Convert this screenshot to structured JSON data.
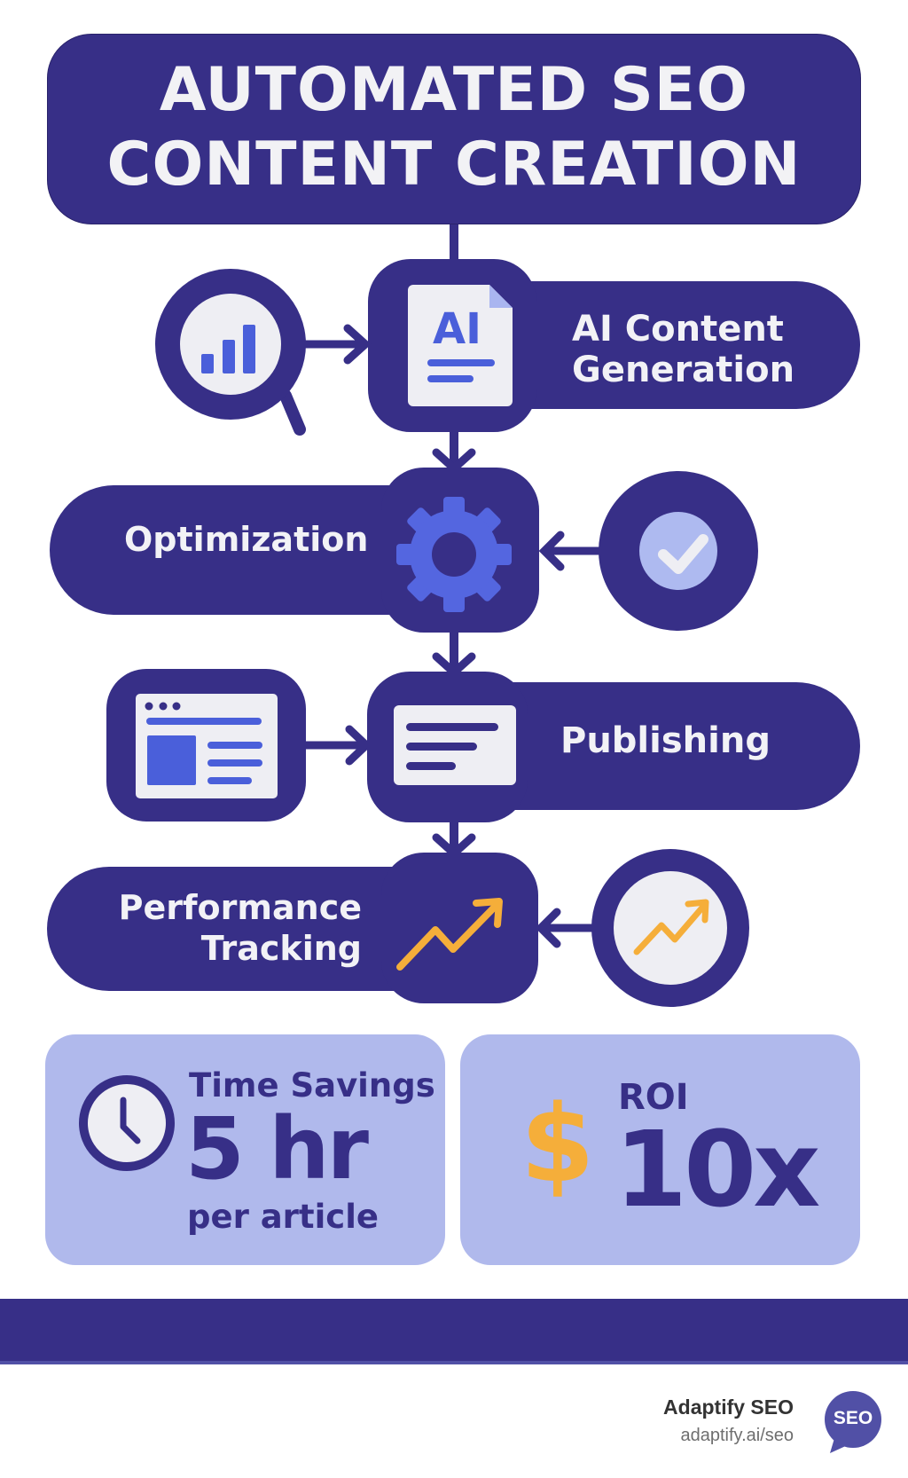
{
  "title": {
    "line1": "AUTOMATED SEO",
    "line2": "CONTENT CREATION"
  },
  "steps": [
    {
      "label_line1": "AI Content",
      "label_line2": "Generation",
      "icon": "ai-document-icon",
      "side_icon": "analytics-magnifier-icon"
    },
    {
      "label": "Optimization",
      "icon": "gear-icon",
      "side_icon": "checkmark-circle-icon"
    },
    {
      "label": "Publishing",
      "icon": "text-document-icon",
      "side_icon": "web-page-icon"
    },
    {
      "label_line1": "Performance",
      "label_line2": "Tracking",
      "icon": "trend-up-icon",
      "side_icon": "trend-up-circle-icon"
    }
  ],
  "stats": [
    {
      "title": "Time Savings",
      "value": "5 hr",
      "subtitle": "per article",
      "icon": "clock-icon"
    },
    {
      "title": "ROI",
      "value": "10x",
      "icon": "dollar-icon"
    }
  ],
  "footer": {
    "brand": "Adaptify SEO",
    "url": "adaptify.ai/seo",
    "logo_text": "SEO"
  },
  "colors": {
    "navy": "#372F87",
    "accent_blue": "#5466E0",
    "light_blue": "#B0B9EC",
    "orange": "#F5AE3A",
    "off_white": "#EEEEF3"
  }
}
